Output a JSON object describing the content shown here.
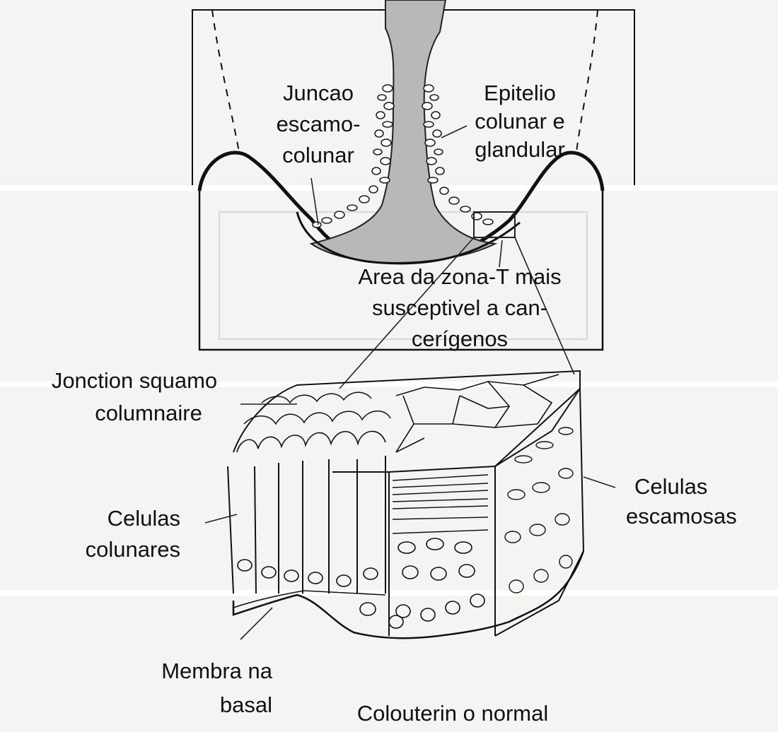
{
  "labels": {
    "juncao_line1": "Juncao",
    "juncao_line2": "escamo-",
    "juncao_line3": "colunar",
    "epitelio_line1": "Epitelio",
    "epitelio_line2": "colunar e",
    "epitelio_line3": "glandular",
    "area_line1": "Area da zona-T mais",
    "area_line2": "susceptivel a can-",
    "area_line3": "cerígenos",
    "jonction_line1": "Jonction squamo",
    "jonction_line2": "columnaire",
    "cel_escamosas_line1": "Celulas",
    "cel_escamosas_line2": "escamosas",
    "cel_colunares_line1": "Celulas",
    "cel_colunares_line2": "colunares",
    "membrana_line1": "Membra na",
    "membrana_line2": "basal",
    "caption": "Colouterin o normal"
  },
  "colors": {
    "background": "#f4f4f2",
    "ink": "#111111",
    "canal_fill": "#b8b8b8"
  }
}
